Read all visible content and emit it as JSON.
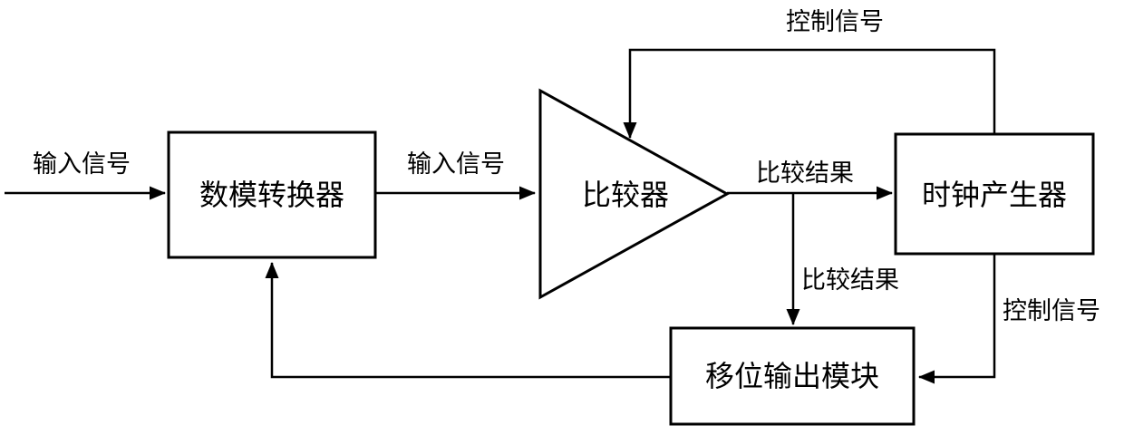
{
  "diagram": {
    "background_color": "#ffffff",
    "stroke_color": "#000000",
    "nodes": {
      "dac": {
        "label": "数模转换器",
        "shape": "rect"
      },
      "comparator": {
        "label": "比较器",
        "shape": "triangle"
      },
      "clock_generator": {
        "label": "时钟产生器",
        "shape": "rect"
      },
      "shift_output": {
        "label": "移位输出模块",
        "shape": "rect"
      }
    },
    "edges": {
      "input_to_dac": {
        "label": "输入信号"
      },
      "dac_to_comparator": {
        "label": "输入信号"
      },
      "comparator_to_clock": {
        "label": "比较结果"
      },
      "comparator_to_shift": {
        "label": "比较结果"
      },
      "clock_to_comparator": {
        "label": "控制信号"
      },
      "clock_to_shift": {
        "label": "控制信号"
      }
    }
  }
}
